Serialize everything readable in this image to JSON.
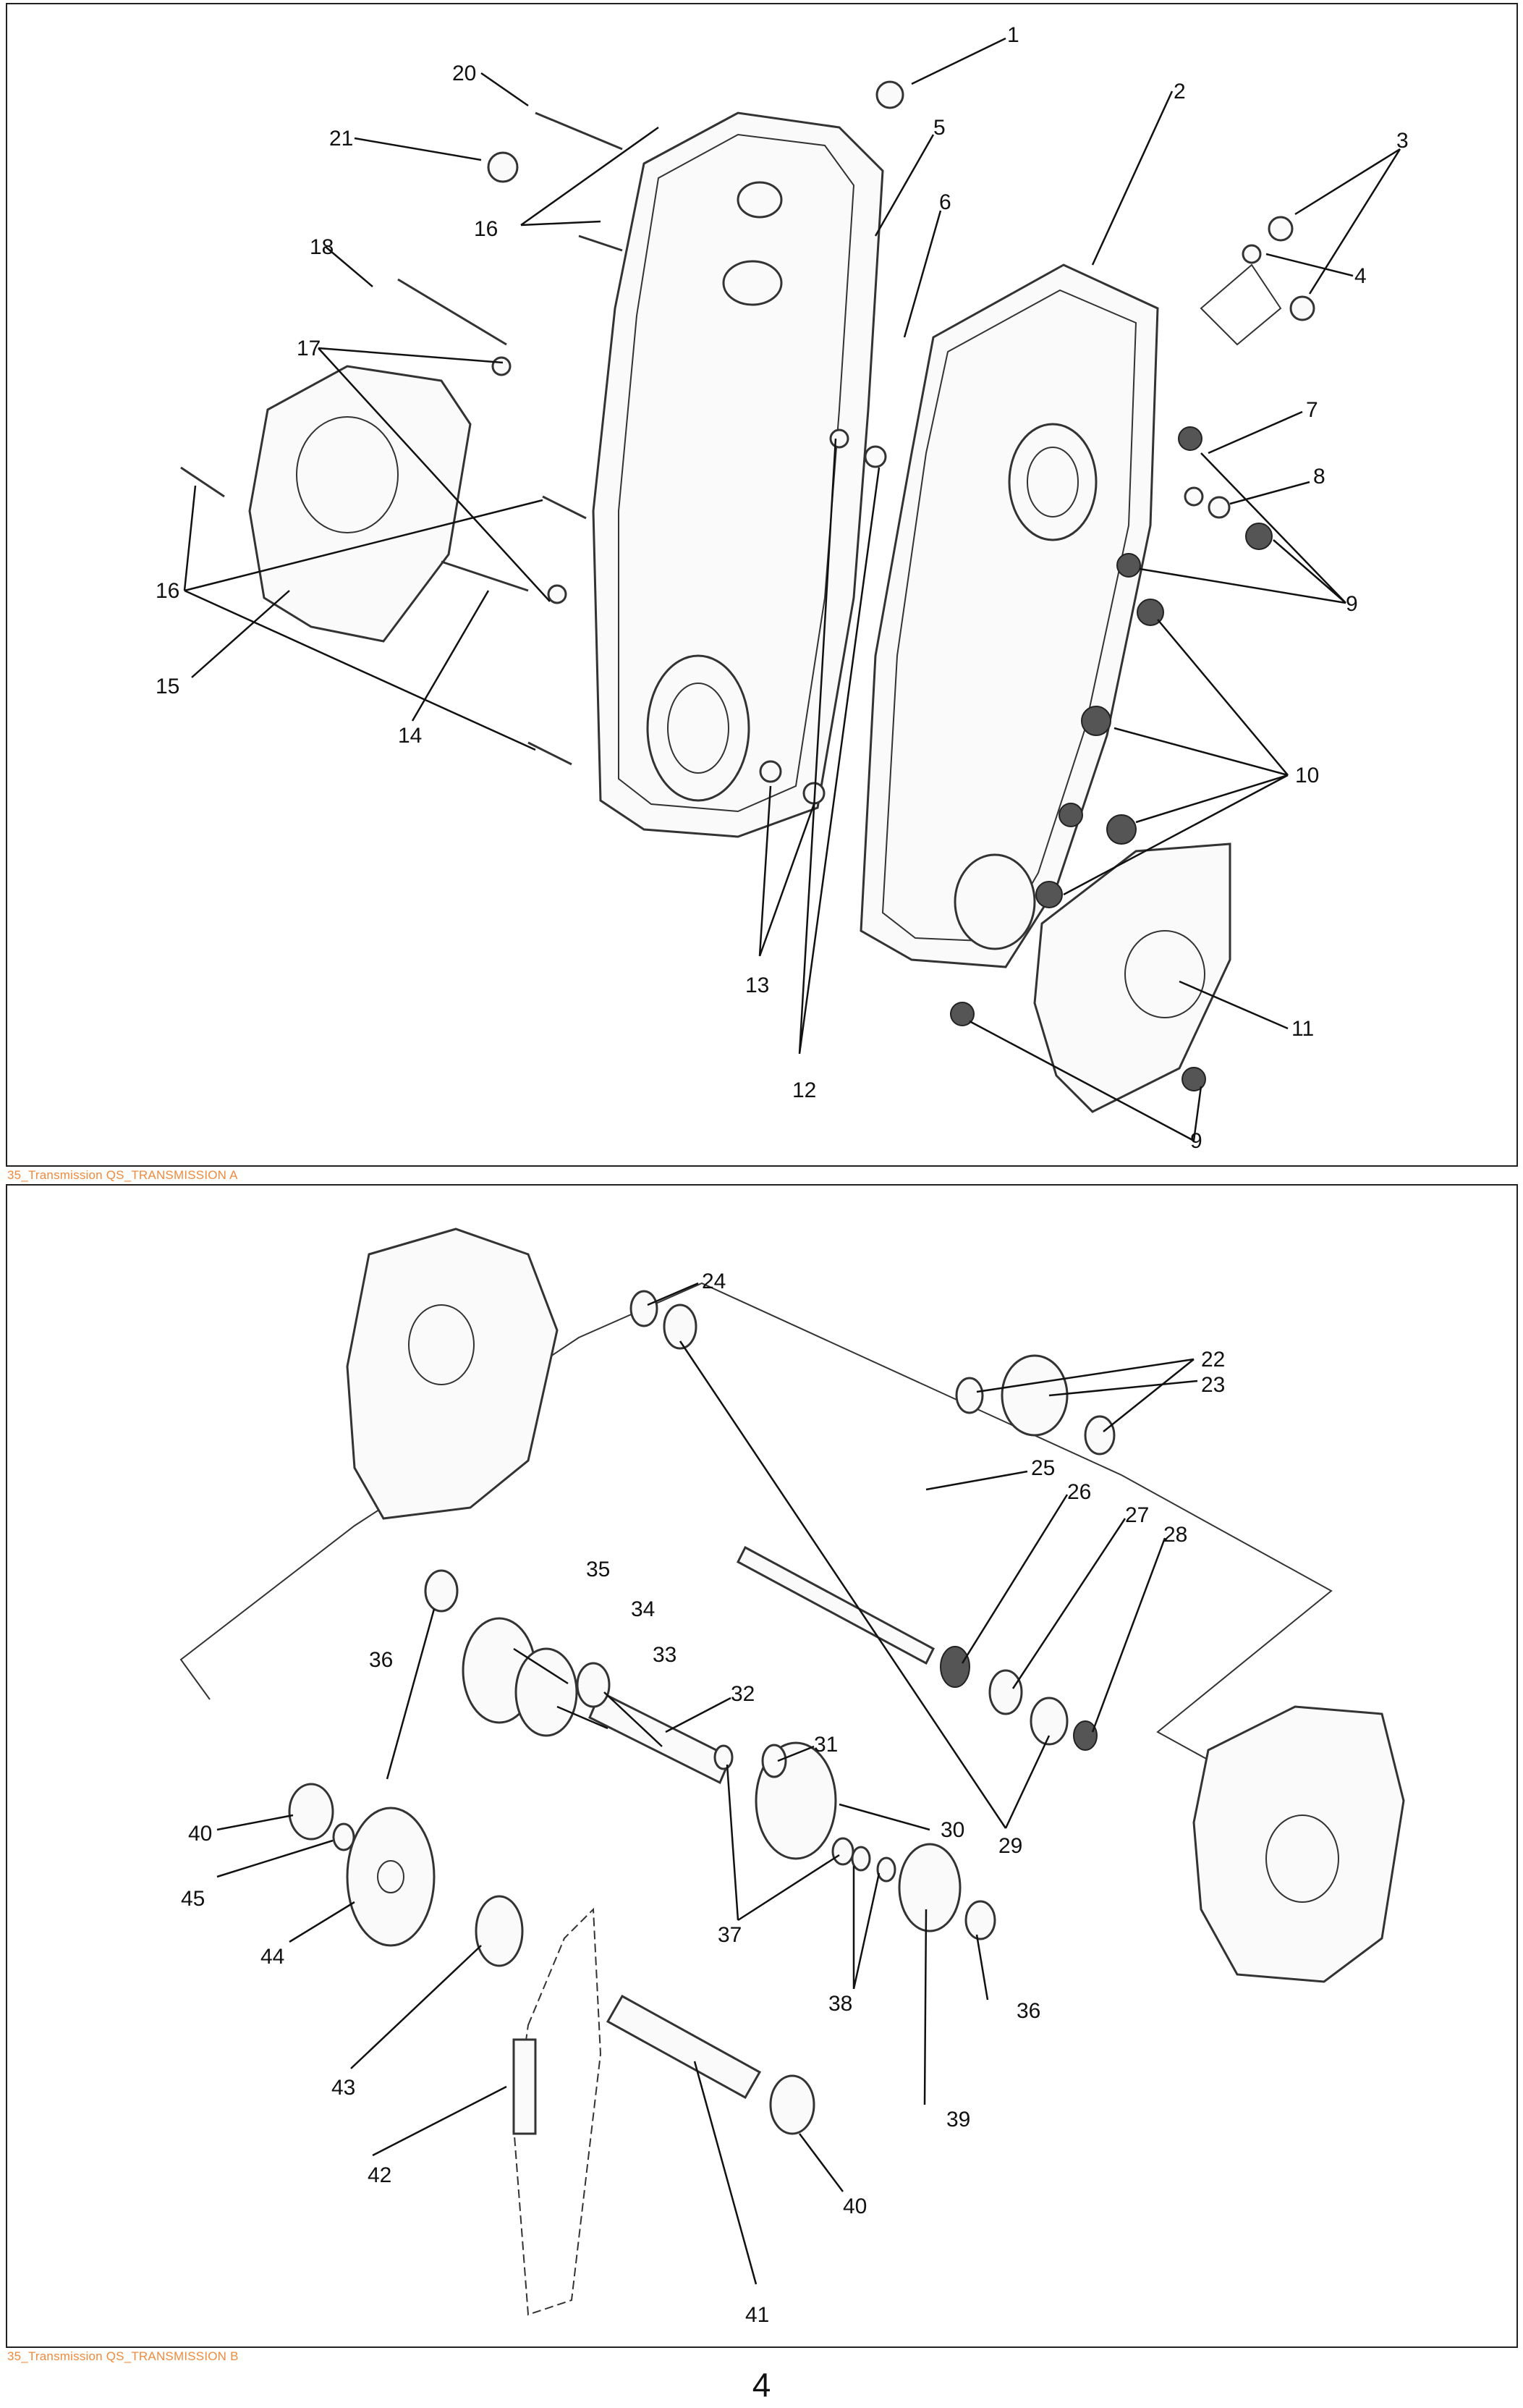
{
  "panels": [
    {
      "id": "transmission-a",
      "caption": "35_Transmission QS_TRANSMISSION A",
      "callouts": [
        "1",
        "2",
        "3",
        "4",
        "5",
        "6",
        "7",
        "8",
        "9",
        "9",
        "10",
        "11",
        "12",
        "13",
        "14",
        "15",
        "16",
        "16",
        "17",
        "18",
        "20",
        "21"
      ]
    },
    {
      "id": "transmission-b",
      "caption": "35_Transmission QS_TRANSMISSION B",
      "callouts": [
        "22",
        "23",
        "24",
        "25",
        "26",
        "27",
        "28",
        "29",
        "30",
        "31",
        "32",
        "33",
        "34",
        "35",
        "36",
        "36",
        "37",
        "38",
        "39",
        "40",
        "40",
        "41",
        "42",
        "43",
        "44",
        "45"
      ]
    }
  ],
  "page_number": "4"
}
